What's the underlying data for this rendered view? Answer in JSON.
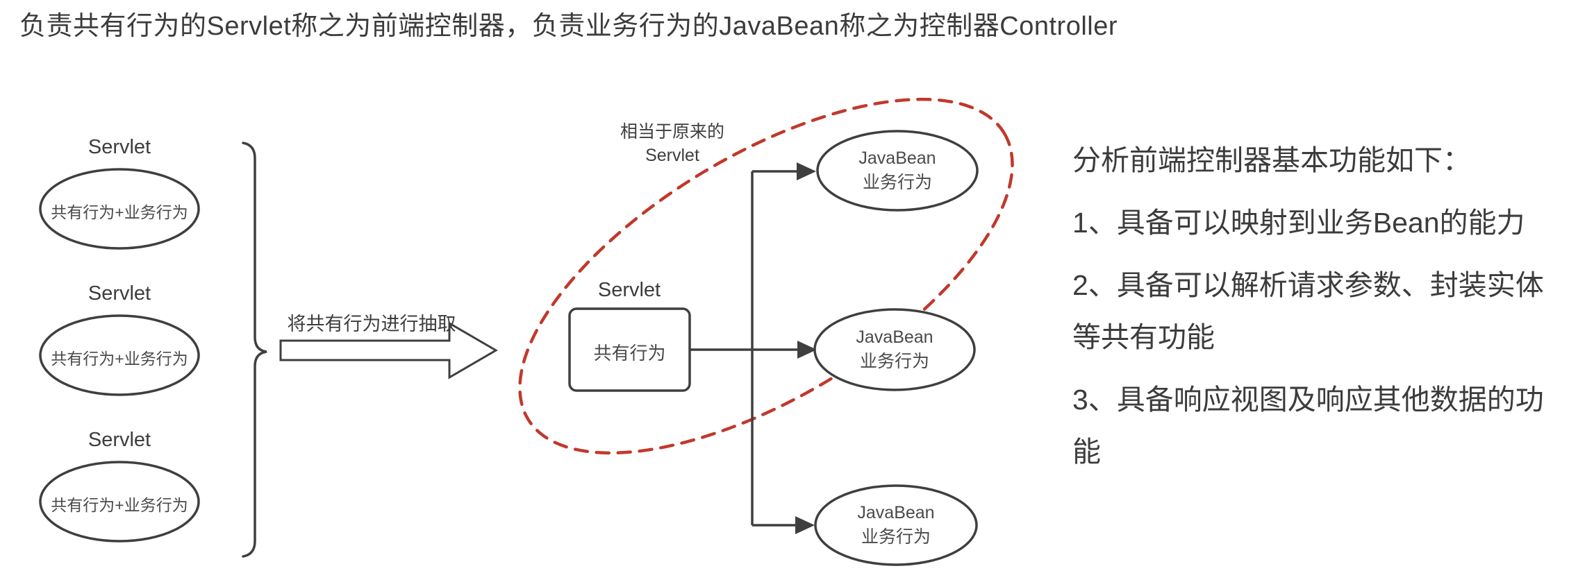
{
  "title": "负责共有行为的Servlet称之为前端控制器，负责业务行为的JavaBean称之为控制器Controller",
  "diagram": {
    "left_servlets": [
      {
        "label": "Servlet",
        "body": "共有行为+业务行为"
      },
      {
        "label": "Servlet",
        "body": "共有行为+业务行为"
      },
      {
        "label": "Servlet",
        "body": "共有行为+业务行为"
      }
    ],
    "extract_arrow_label": "将共有行为进行抽取",
    "center": {
      "annotation_line1": "相当于原来的",
      "annotation_line2": "Servlet",
      "servlet_label": "Servlet",
      "box_label": "共有行为"
    },
    "javabeans": [
      {
        "line1": "JavaBean",
        "line2": "业务行为"
      },
      {
        "line1": "JavaBean",
        "line2": "业务行为"
      },
      {
        "line1": "JavaBean",
        "line2": "业务行为"
      }
    ],
    "colors": {
      "line": "#3f3f3f",
      "dashed_highlight": "#c0392b",
      "text": "#3d3d3d",
      "background": "#ffffff"
    }
  },
  "notes": {
    "heading": "分析前端控制器基本功能如下：",
    "items": [
      "1、具备可以映射到业务Bean的能力",
      "2、具备可以解析请求参数、封装实体等共有功能",
      "3、具备响应视图及响应其他数据的功能"
    ]
  }
}
